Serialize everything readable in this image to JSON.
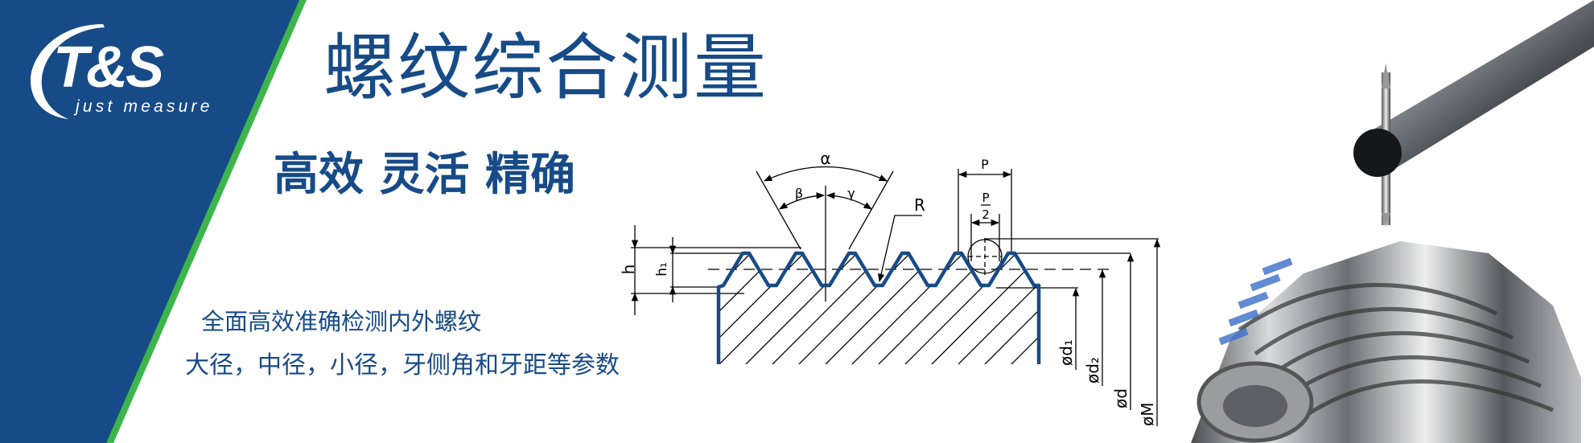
{
  "brand": {
    "logo_text": "T&S",
    "tagline": "just measure",
    "primary_color": "#174b87",
    "accent_color": "#3cb54a"
  },
  "headline": {
    "title": "螺纹综合测量",
    "subtitle": "高效 灵活 精确"
  },
  "features": {
    "line1": "全面高效准确检测内外螺纹",
    "line2": "大径，中径，小径，牙侧角和牙距等参数"
  },
  "diagram": {
    "labels": {
      "alpha": "α",
      "beta": "β",
      "gamma": "γ",
      "radius": "R",
      "pitch": "P",
      "half_pitch_num": "P",
      "half_pitch_den": "2",
      "height": "h",
      "height1": "h₁",
      "minor_diameter": "ød₁",
      "pitch_diameter": "ød₂",
      "major_diameter": "ød",
      "measure_over_wire": "øM"
    },
    "profile_color": "#174b87"
  }
}
